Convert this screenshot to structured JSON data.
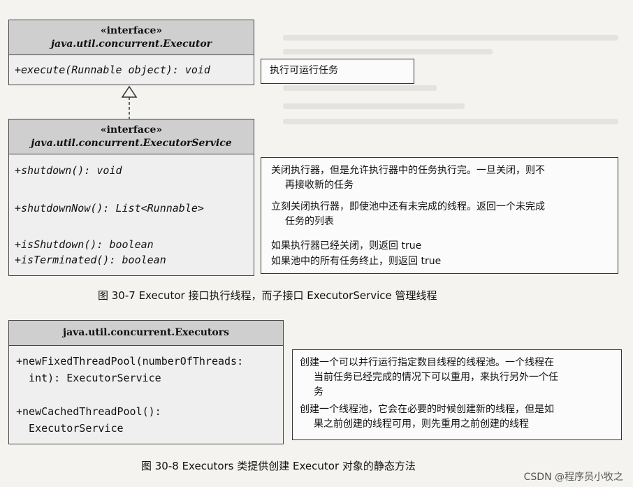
{
  "figure1": {
    "executor": {
      "stereotype": "«interface»",
      "name": "java.util.concurrent.Executor",
      "method": "+execute(Runnable object): void",
      "note": "执行可运行任务"
    },
    "executor_service": {
      "stereotype": "«interface»",
      "name": "java.util.concurrent.ExecutorService",
      "methods": [
        "+shutdown(): void",
        "+shutdownNow(): List<Runnable>",
        "+isShutdown(): boolean",
        "+isTerminated(): boolean"
      ],
      "notes": [
        "关闭执行器，但是允许执行器中的任务执行完。一旦关闭，则不",
        "再接收新的任务",
        "立刻关闭执行器，即使池中还有未完成的线程。返回一个未完成",
        "任务的列表",
        "如果执行器已经关闭，则返回 true",
        "如果池中的所有任务终止，则返回 true"
      ]
    },
    "caption": "图 30-7  Executor 接口执行线程，而子接口 ExecutorService 管理线程"
  },
  "figure2": {
    "executors": {
      "name": "java.util.concurrent.Executors",
      "methods": [
        "+newFixedThreadPool(numberOfThreads:",
        "  int): ExecutorService",
        "+newCachedThreadPool():",
        "  ExecutorService"
      ],
      "notes": [
        "创建一个可以并行运行指定数目线程的线程池。一个线程在",
        "当前任务已经完成的情况下可以重用，来执行另外一个任",
        "务",
        "创建一个线程池，它会在必要的时候创建新的线程，但是如",
        "果之前创建的线程可用，则先重用之前创建的线程"
      ]
    },
    "caption": "图 30-8  Executors 类提供创建 Executor 对象的静态方法"
  },
  "watermark": "CSDN @程序员小牧之"
}
